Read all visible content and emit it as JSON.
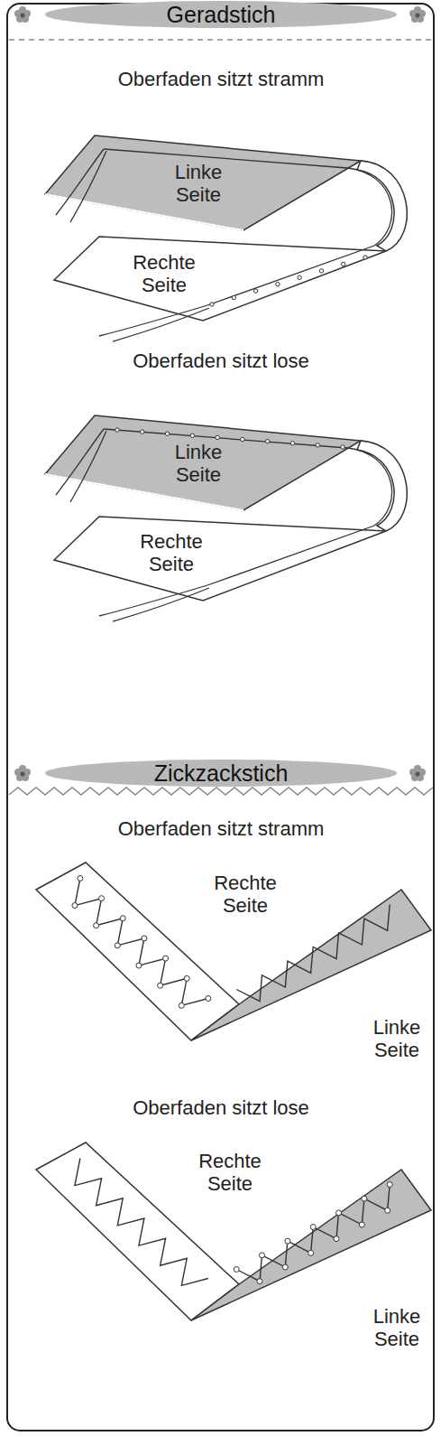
{
  "diagram": {
    "nodes": [
      {
        "text": [
          "Geradstich"
        ]
      },
      {
        "text": [
          "Zickzackstich"
        ]
      }
    ],
    "labels": [
      "Oberfaden sitzt stramm",
      "Linke Seite",
      "Rechte Seite",
      "Oberfaden sitzt lose",
      "Linke Seite",
      "Rechte Seite",
      "Oberfaden sitzt stramm",
      "Rechte Seite",
      "Linke Seite",
      "Oberfaden sitzt lose",
      "Rechte Seite",
      "Linke Seite"
    ]
  }
}
